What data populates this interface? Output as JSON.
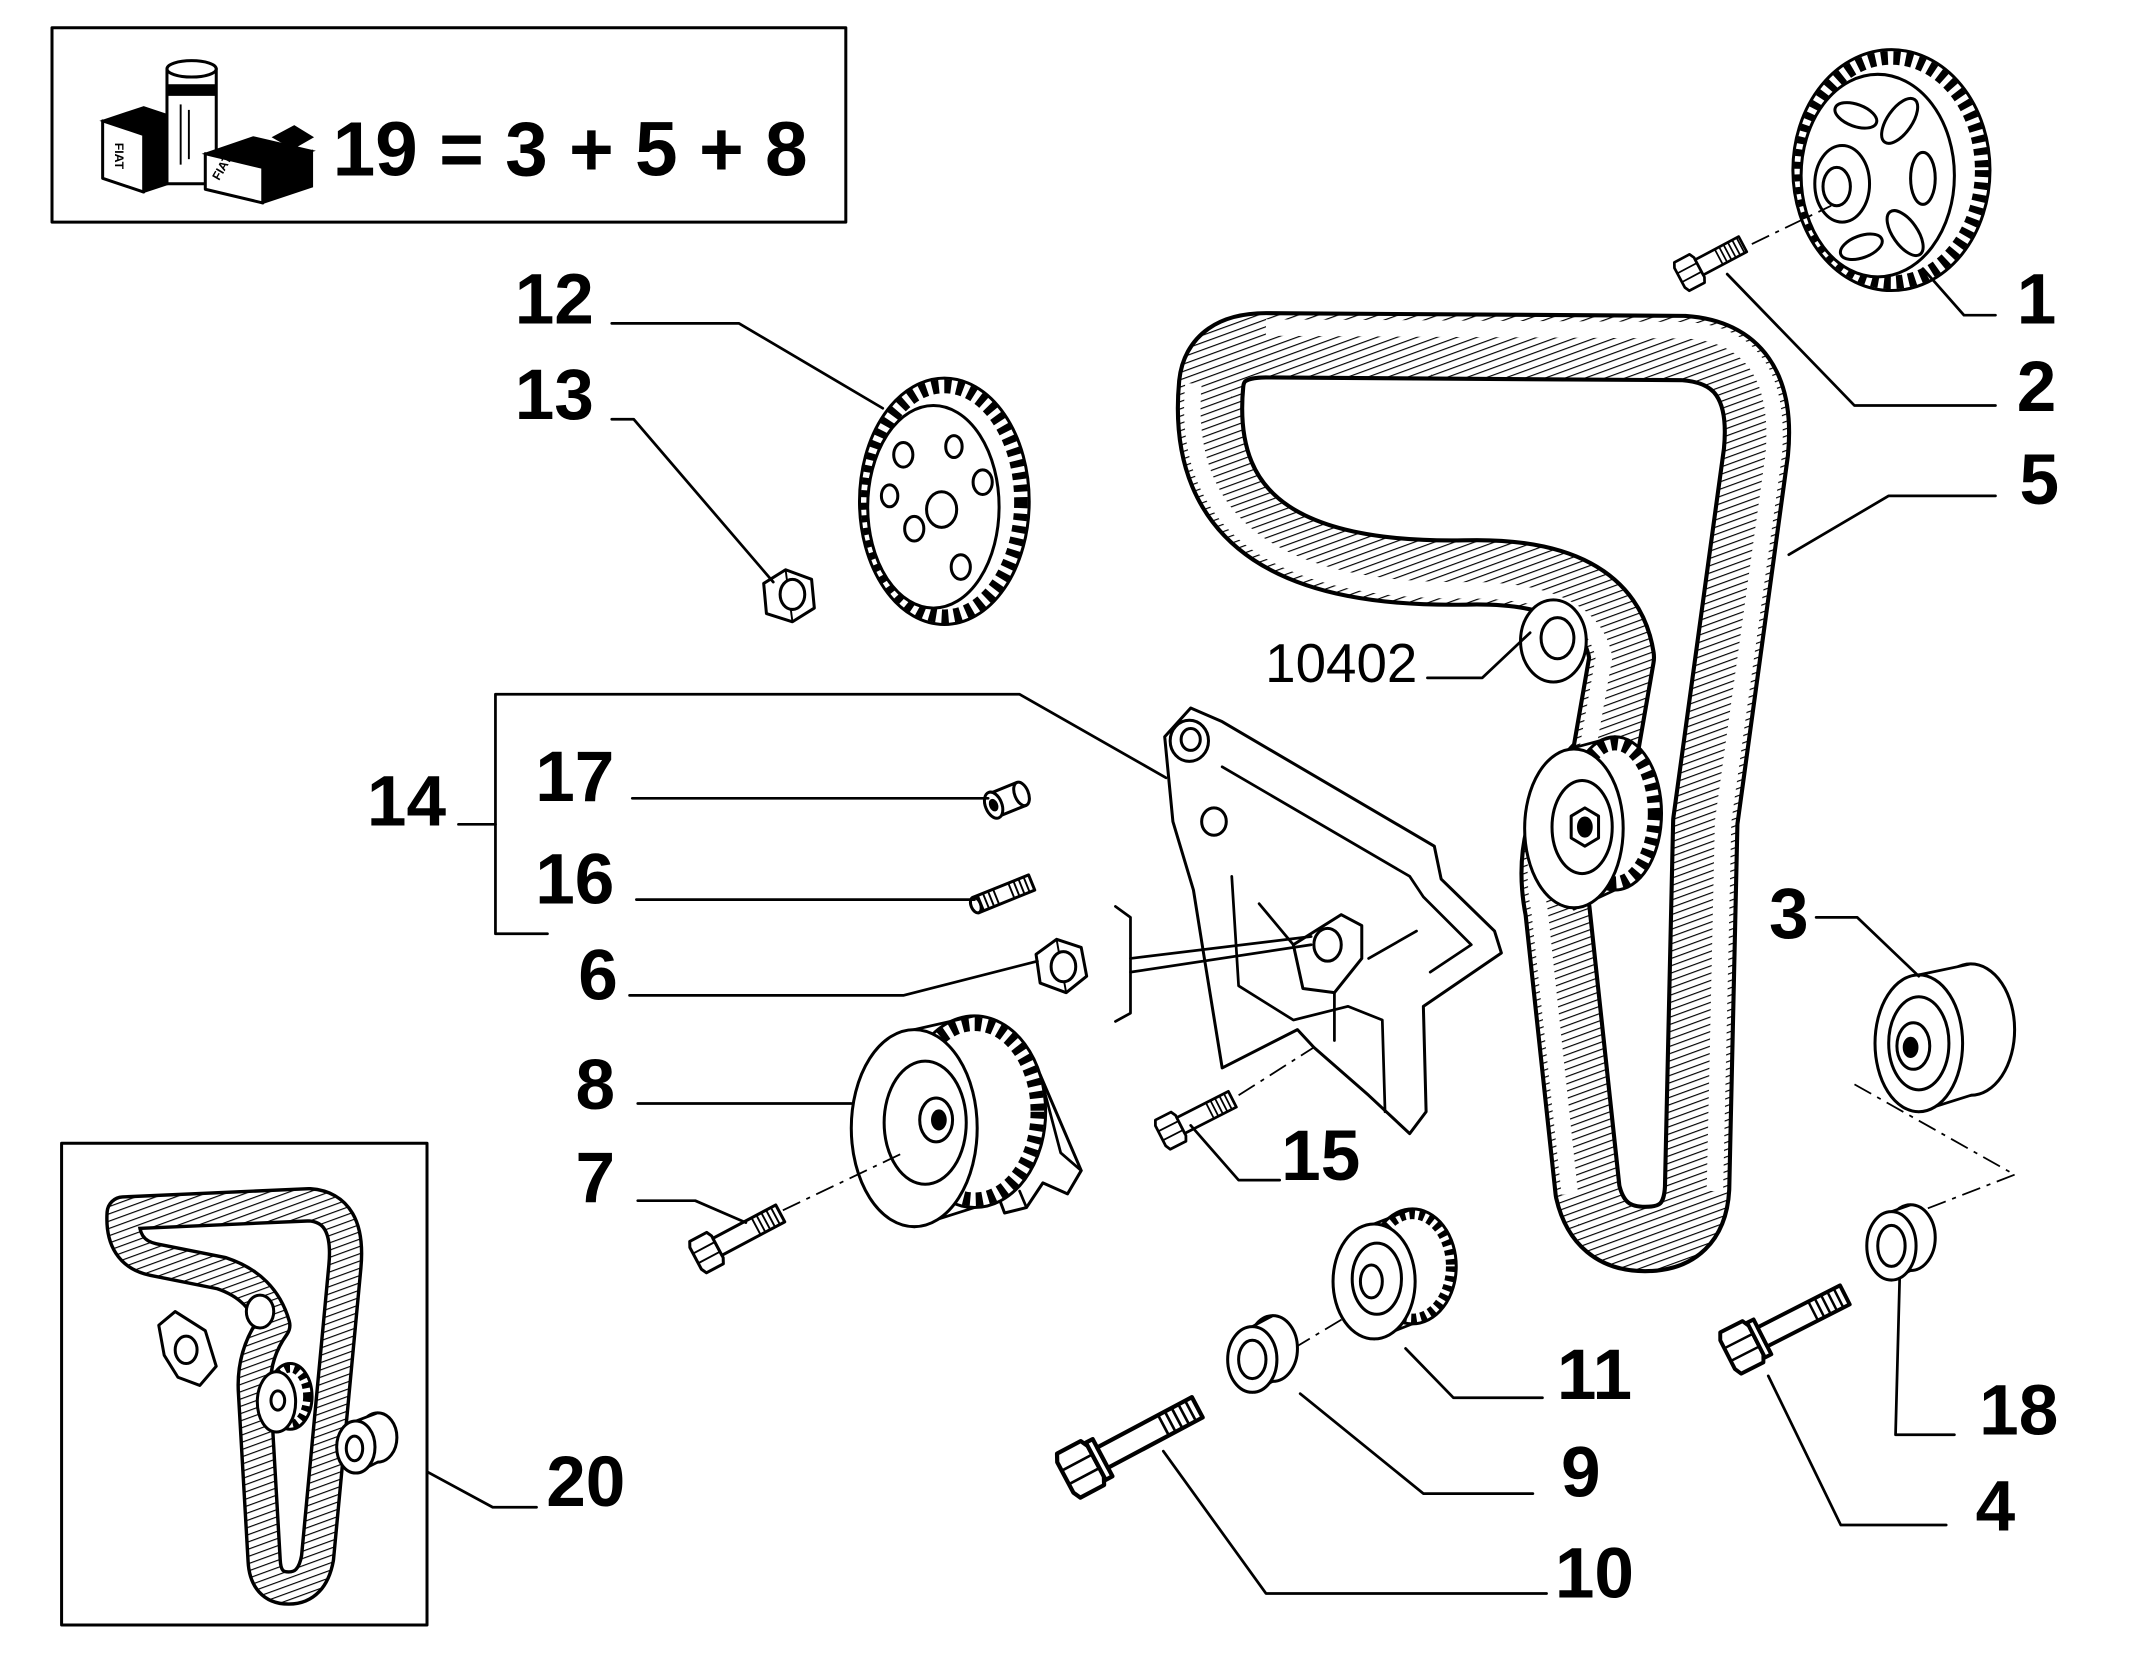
{
  "figure": {
    "kit_formula": "19 = 3 + 5 + 8",
    "kit_logo_text": "FIAT",
    "reference_number": "10402"
  },
  "callouts": {
    "p1": "1",
    "p2": "2",
    "p3": "3",
    "p4": "4",
    "p5": "5",
    "p6": "6",
    "p7": "7",
    "p8": "8",
    "p9": "9",
    "p10": "10",
    "p11": "11",
    "p12": "12",
    "p13": "13",
    "p14": "14",
    "p15": "15",
    "p16": "16",
    "p17": "17",
    "p18": "18",
    "p20": "20"
  },
  "colors": {
    "line": "#000000",
    "background": "#ffffff"
  }
}
